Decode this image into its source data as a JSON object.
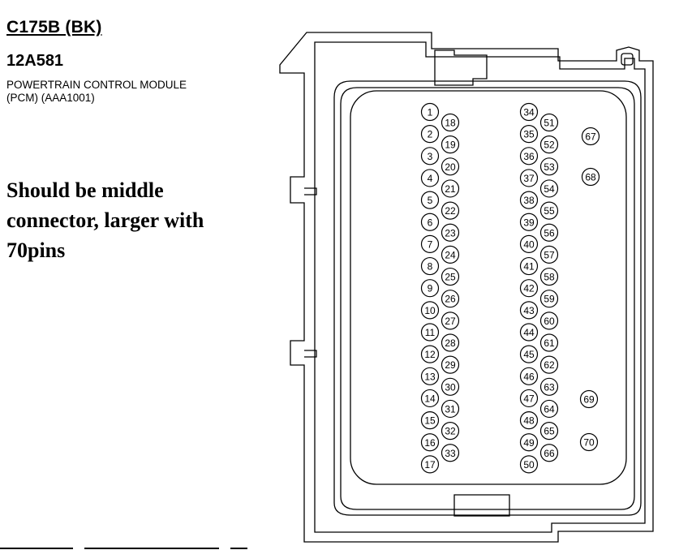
{
  "header": {
    "connector_id": "C175B (BK)",
    "part_number": "12A581",
    "module_line1": "POWERTRAIN CONTROL MODULE",
    "module_line2": "(PCM) (AAA1001)"
  },
  "note": {
    "line1": "Should be middle",
    "line2": "connector, larger with",
    "line3": "70pins"
  },
  "pins": [
    {
      "label": "1"
    },
    {
      "label": "2"
    },
    {
      "label": "3"
    },
    {
      "label": "4"
    },
    {
      "label": "5"
    },
    {
      "label": "6"
    },
    {
      "label": "7"
    },
    {
      "label": "8"
    },
    {
      "label": "9"
    },
    {
      "label": "10"
    },
    {
      "label": "11"
    },
    {
      "label": "12"
    },
    {
      "label": "13"
    },
    {
      "label": "14"
    },
    {
      "label": "15"
    },
    {
      "label": "16"
    },
    {
      "label": "17"
    },
    {
      "label": "18"
    },
    {
      "label": "19"
    },
    {
      "label": "20"
    },
    {
      "label": "21"
    },
    {
      "label": "22"
    },
    {
      "label": "23"
    },
    {
      "label": "24"
    },
    {
      "label": "25"
    },
    {
      "label": "26"
    },
    {
      "label": "27"
    },
    {
      "label": "28"
    },
    {
      "label": "29"
    },
    {
      "label": "30"
    },
    {
      "label": "31"
    },
    {
      "label": "32"
    },
    {
      "label": "33"
    },
    {
      "label": "34"
    },
    {
      "label": "35"
    },
    {
      "label": "36"
    },
    {
      "label": "37"
    },
    {
      "label": "38"
    },
    {
      "label": "39"
    },
    {
      "label": "40"
    },
    {
      "label": "41"
    },
    {
      "label": "42"
    },
    {
      "label": "43"
    },
    {
      "label": "44"
    },
    {
      "label": "45"
    },
    {
      "label": "46"
    },
    {
      "label": "47"
    },
    {
      "label": "48"
    },
    {
      "label": "49"
    },
    {
      "label": "50"
    },
    {
      "label": "51"
    },
    {
      "label": "52"
    },
    {
      "label": "53"
    },
    {
      "label": "54"
    },
    {
      "label": "55"
    },
    {
      "label": "56"
    },
    {
      "label": "57"
    },
    {
      "label": "58"
    },
    {
      "label": "59"
    },
    {
      "label": "60"
    },
    {
      "label": "61"
    },
    {
      "label": "62"
    },
    {
      "label": "63"
    },
    {
      "label": "64"
    },
    {
      "label": "65"
    },
    {
      "label": "66"
    },
    {
      "label": "67"
    },
    {
      "label": "68"
    },
    {
      "label": "69"
    },
    {
      "label": "70"
    }
  ]
}
